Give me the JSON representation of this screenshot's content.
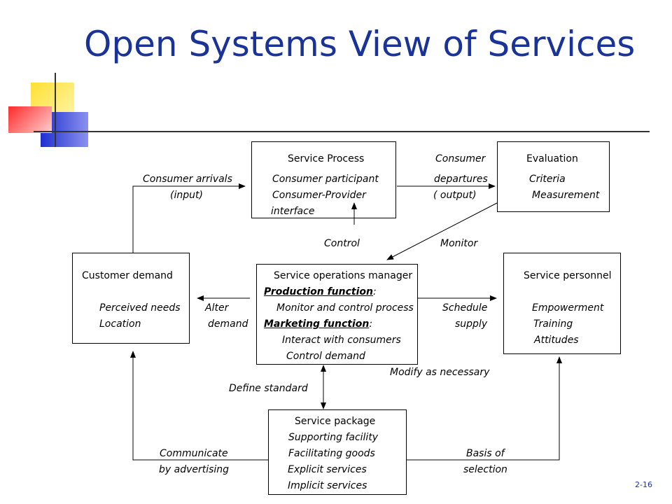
{
  "title": "Open Systems View of Services",
  "page_number": "2-16",
  "colors": {
    "title": "#1a3399",
    "deco_yellow": "#ffd700",
    "deco_red": "#ff3333",
    "deco_blue": "#2233cc"
  },
  "service_process": {
    "heading": "Service Process",
    "line1": "Consumer participant",
    "line2": "Consumer-Provider",
    "line3": "interface"
  },
  "evaluation": {
    "heading": "Evaluation",
    "line1": "Criteria",
    "line2": "Measurement"
  },
  "customer_demand": {
    "heading": "Customer demand",
    "line1": "Perceived needs",
    "line2": "Location"
  },
  "operations_manager": {
    "heading": "Service operations manager",
    "production": "Production function",
    "production_colon": ":",
    "production_detail": "Monitor and control process",
    "marketing": "Marketing function",
    "marketing_colon": ":",
    "marketing_detail1": "Interact with consumers",
    "marketing_detail2": "Control demand"
  },
  "personnel": {
    "heading": "Service personnel",
    "line1": "Empowerment",
    "line2": "Training",
    "line3": "Attitudes"
  },
  "package": {
    "heading": "Service package",
    "line1": "Supporting facility",
    "line2": "Facilitating goods",
    "line3": "Explicit services",
    "line4": "Implicit services"
  },
  "labels": {
    "arrivals": "Consumer  arrivals",
    "input": "(input)",
    "consumer": "Consumer",
    "departures": "departures",
    "output": "( output)",
    "control": "Control",
    "monitor": "Monitor",
    "alter": "Alter",
    "demand": "demand",
    "schedule": "Schedule",
    "supply": "supply",
    "modify": "Modify as necessary",
    "define": "Define standard",
    "communicate": "Communicate",
    "advertising": "by advertising",
    "basis": "Basis of",
    "selection": "selection"
  }
}
